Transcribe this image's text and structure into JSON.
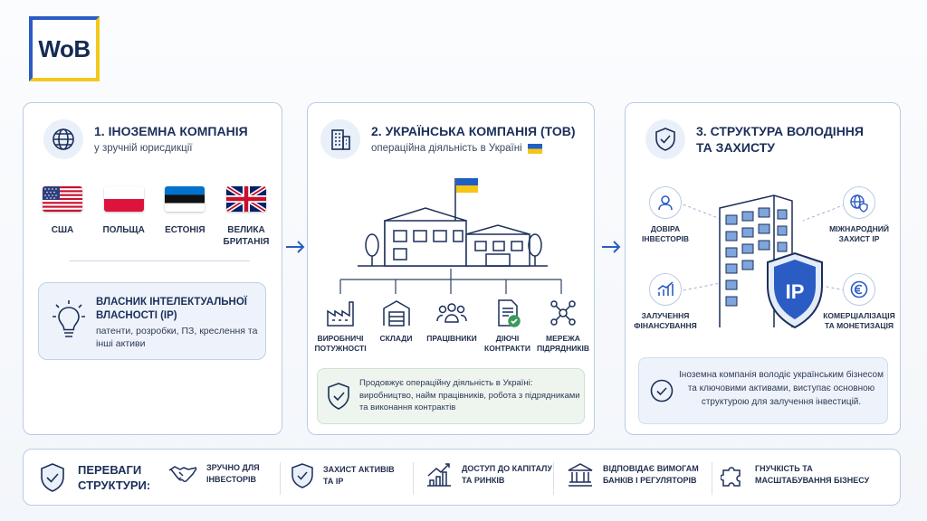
{
  "logo": {
    "text": "WoB"
  },
  "panel1": {
    "title": "1. ІНОЗЕМНА КОМПАНІЯ",
    "subtitle": "у зручній юрисдикції",
    "flags": [
      {
        "label": "США",
        "icon": "usa-flag-icon"
      },
      {
        "label": "ПОЛЬЩА",
        "icon": "poland-flag-icon"
      },
      {
        "label": "ЕСТОНІЯ",
        "icon": "estonia-flag-icon"
      },
      {
        "label": "ВЕЛИКА БРИТАНІЯ",
        "icon": "uk-flag-icon"
      }
    ],
    "ip_owner": {
      "title": "ВЛАСНИК ІНТЕЛЕКТУАЛЬНОЇ ВЛАСНОСТІ (IP)",
      "desc": "патенти, розробки, ПЗ, креслення та інші активи"
    }
  },
  "panel2": {
    "title": "2. УКРАЇНСЬКА КОМПАНІЯ (ТОВ)",
    "subtitle": "операційна діяльність в Україні",
    "items": [
      {
        "label": "ВИРОБНИЧІ ПОТУЖНОСТІ",
        "icon": "factory-icon"
      },
      {
        "label": "СКЛАДИ",
        "icon": "warehouse-icon"
      },
      {
        "label": "ПРАЦІВНИКИ",
        "icon": "workers-icon"
      },
      {
        "label": "ДІЮЧІ КОНТРАКТИ",
        "icon": "contract-icon"
      },
      {
        "label": "МЕРЕЖА ПІДРЯДНИКІВ",
        "icon": "network-icon"
      }
    ],
    "note": "Продовжує операційну діяльність в Україні: виробництво, найм працівників, робота з підрядниками та виконання контрактів"
  },
  "panel3": {
    "title": "3. СТРУКТУРА ВОЛОДІННЯ ТА ЗАХИСТУ",
    "center_label": "IP",
    "satellites": [
      {
        "label": "ДОВІРА ІНВЕСТОРІВ",
        "icon": "investor-icon"
      },
      {
        "label": "МІЖНАРОДНИЙ ЗАХИСТ IP",
        "icon": "globe-shield-icon"
      },
      {
        "label": "ЗАЛУЧЕННЯ ФІНАНСУВАННЯ",
        "icon": "growth-chart-icon"
      },
      {
        "label": "КОМЕРЦІАЛІЗАЦІЯ ТА МОНЕТИЗАЦІЯ",
        "icon": "euro-icon"
      }
    ],
    "note": "Іноземна компанія володіє українським бізнесом та ключовими активами, виступає основною структурою для залучення інвестицій."
  },
  "bottom": {
    "title": "ПЕРЕВАГИ СТРУКТУРИ:",
    "benefits": [
      {
        "label": "ЗРУЧНО ДЛЯ ІНВЕСТОРІВ",
        "icon": "handshake-icon"
      },
      {
        "label": "ЗАХИСТ АКТИВІВ ТА IP",
        "icon": "shield-icon"
      },
      {
        "label": "ДОСТУП ДО КАПІТАЛУ ТА РИНКІВ",
        "icon": "bar-chart-icon"
      },
      {
        "label": "ВІДПОВІДАЄ ВИМОГАМ БАНКІВ І РЕГУЛЯТОРІВ",
        "icon": "bank-icon"
      },
      {
        "label": "ГНУЧКІСТЬ ТА МАСШТАБУВАННЯ БІЗНЕСУ",
        "icon": "puzzle-icon"
      }
    ]
  },
  "colors": {
    "accent": "#2b5cc4",
    "navy": "#1b2f5a",
    "yellow": "#f3c81c",
    "border": "#b9cbe6"
  }
}
